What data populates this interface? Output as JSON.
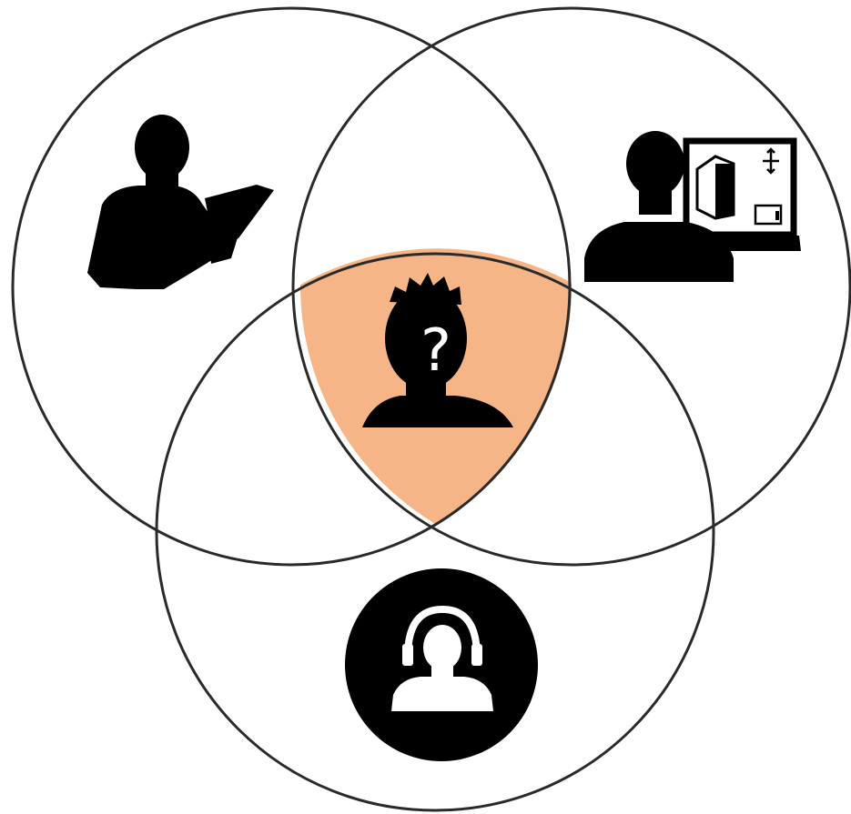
{
  "diagram": {
    "type": "venn",
    "sets": [
      {
        "id": "reader",
        "icon": "person-reading-book-icon"
      },
      {
        "id": "designer",
        "icon": "person-at-computer-3d-modeling-icon"
      },
      {
        "id": "listener",
        "icon": "person-with-headphones-icon"
      }
    ],
    "intersection": {
      "icon": "unknown-person-question-icon",
      "symbol": "?"
    },
    "colors": {
      "stroke": "#2a2a2a",
      "intersection_fill": "#F5B586",
      "icon": "#000000",
      "icon_inverse": "#ffffff"
    }
  }
}
